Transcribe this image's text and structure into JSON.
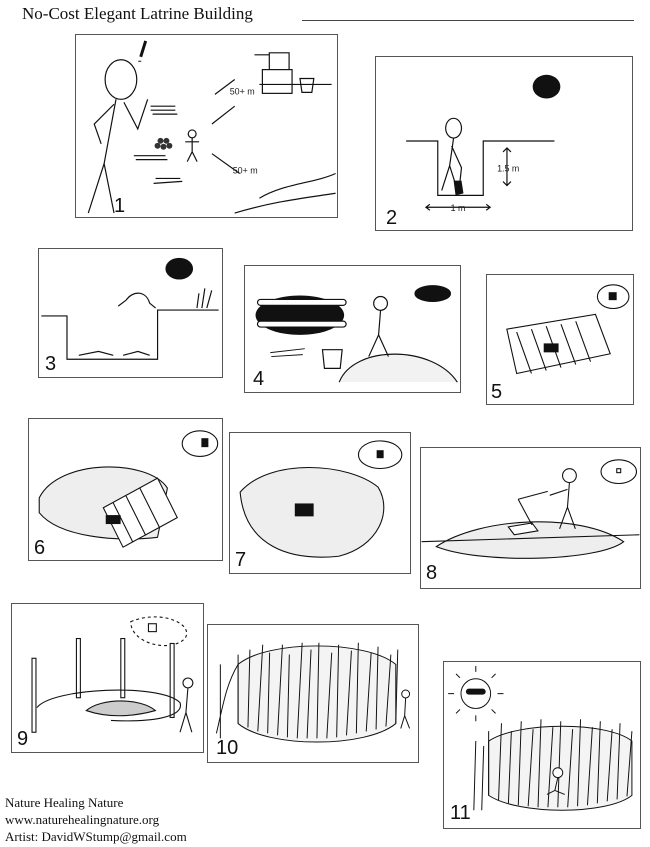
{
  "header": {
    "title": "No-Cost Elegant Latrine Building"
  },
  "panels": [
    {
      "number": "1",
      "labels": [
        "50+ m",
        "50+ m"
      ]
    },
    {
      "number": "2",
      "labels": [
        "1.5 m",
        "1 m"
      ]
    },
    {
      "number": "3"
    },
    {
      "number": "4"
    },
    {
      "number": "5"
    },
    {
      "number": "6"
    },
    {
      "number": "7"
    },
    {
      "number": "8"
    },
    {
      "number": "9"
    },
    {
      "number": "10"
    },
    {
      "number": "11"
    }
  ],
  "footer": {
    "org": "Nature Healing Nature",
    "url": "www.naturehealingnature.org",
    "artist": "Artist: DavidWStump@gmail.com"
  }
}
